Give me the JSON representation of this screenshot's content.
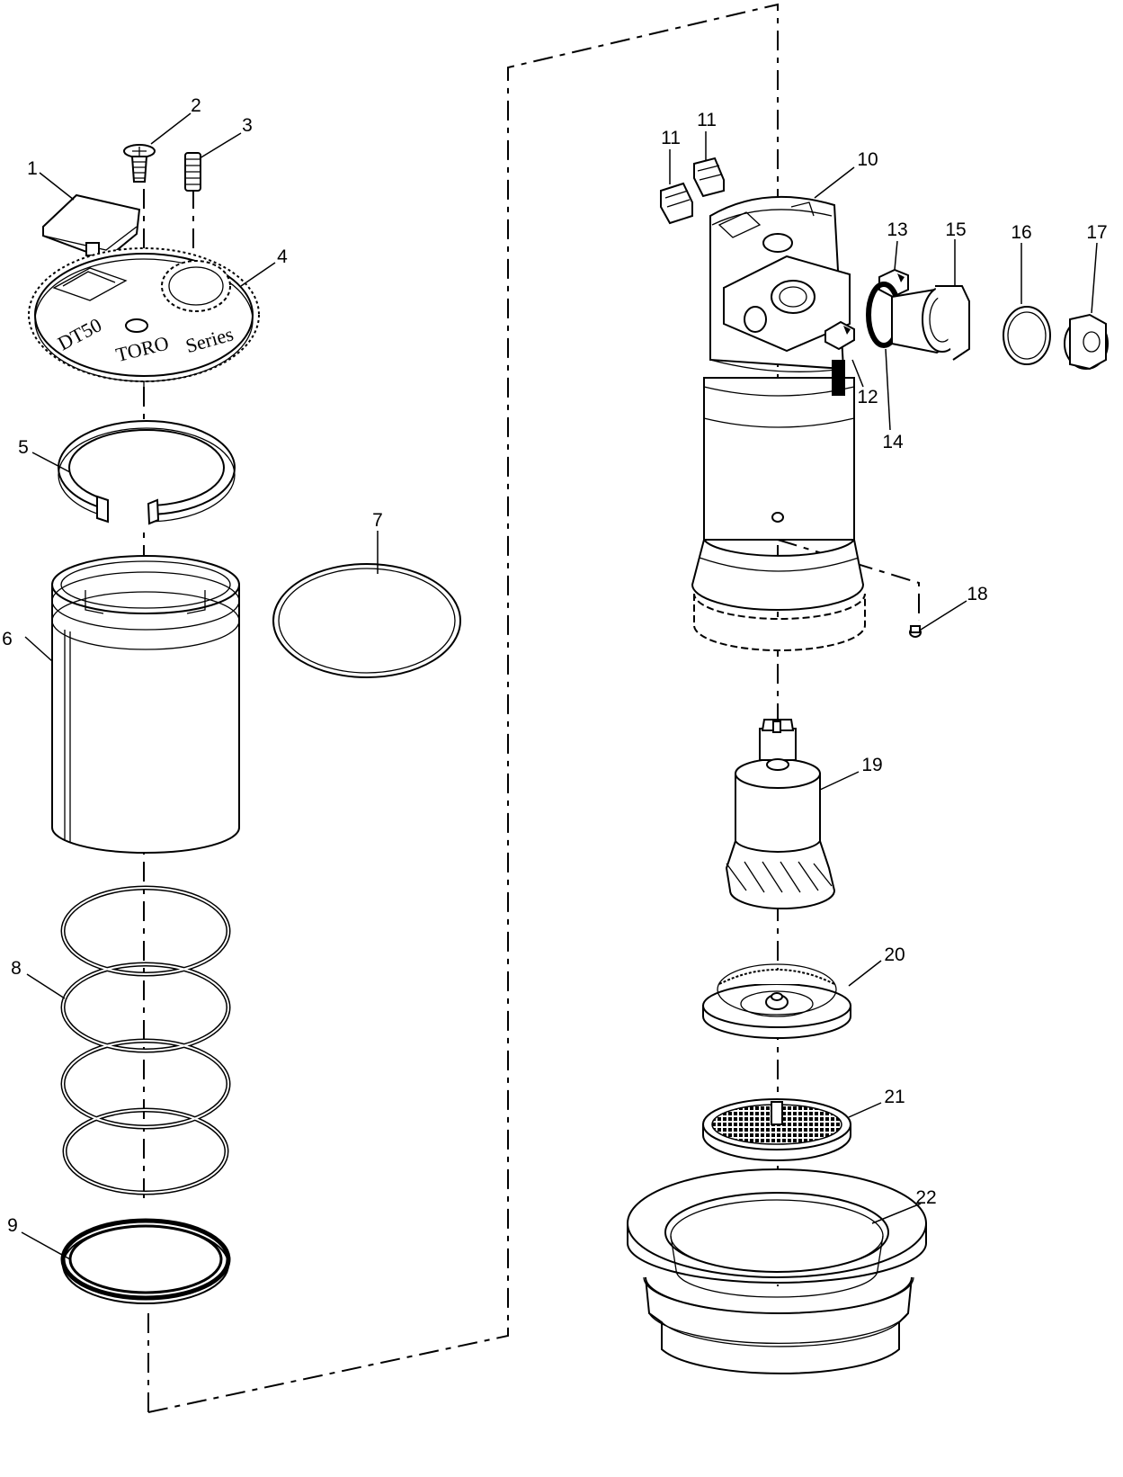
{
  "diagram": {
    "callouts": [
      {
        "id": "1",
        "label": "1"
      },
      {
        "id": "2",
        "label": "2"
      },
      {
        "id": "3",
        "label": "3"
      },
      {
        "id": "4",
        "label": "4"
      },
      {
        "id": "5",
        "label": "5"
      },
      {
        "id": "6",
        "label": "6"
      },
      {
        "id": "7",
        "label": "7"
      },
      {
        "id": "8",
        "label": "8"
      },
      {
        "id": "9",
        "label": "9"
      },
      {
        "id": "10",
        "label": "10"
      },
      {
        "id": "11a",
        "label": "11"
      },
      {
        "id": "11b",
        "label": "11"
      },
      {
        "id": "12",
        "label": "12"
      },
      {
        "id": "13",
        "label": "13"
      },
      {
        "id": "14",
        "label": "14"
      },
      {
        "id": "15",
        "label": "15"
      },
      {
        "id": "16",
        "label": "16"
      },
      {
        "id": "17",
        "label": "17"
      },
      {
        "id": "18",
        "label": "18"
      },
      {
        "id": "19",
        "label": "19"
      },
      {
        "id": "20",
        "label": "20"
      },
      {
        "id": "21",
        "label": "21"
      },
      {
        "id": "22",
        "label": "22"
      }
    ],
    "cover_text": {
      "brand": "TORO",
      "model": "DT50",
      "series": "Series"
    }
  }
}
